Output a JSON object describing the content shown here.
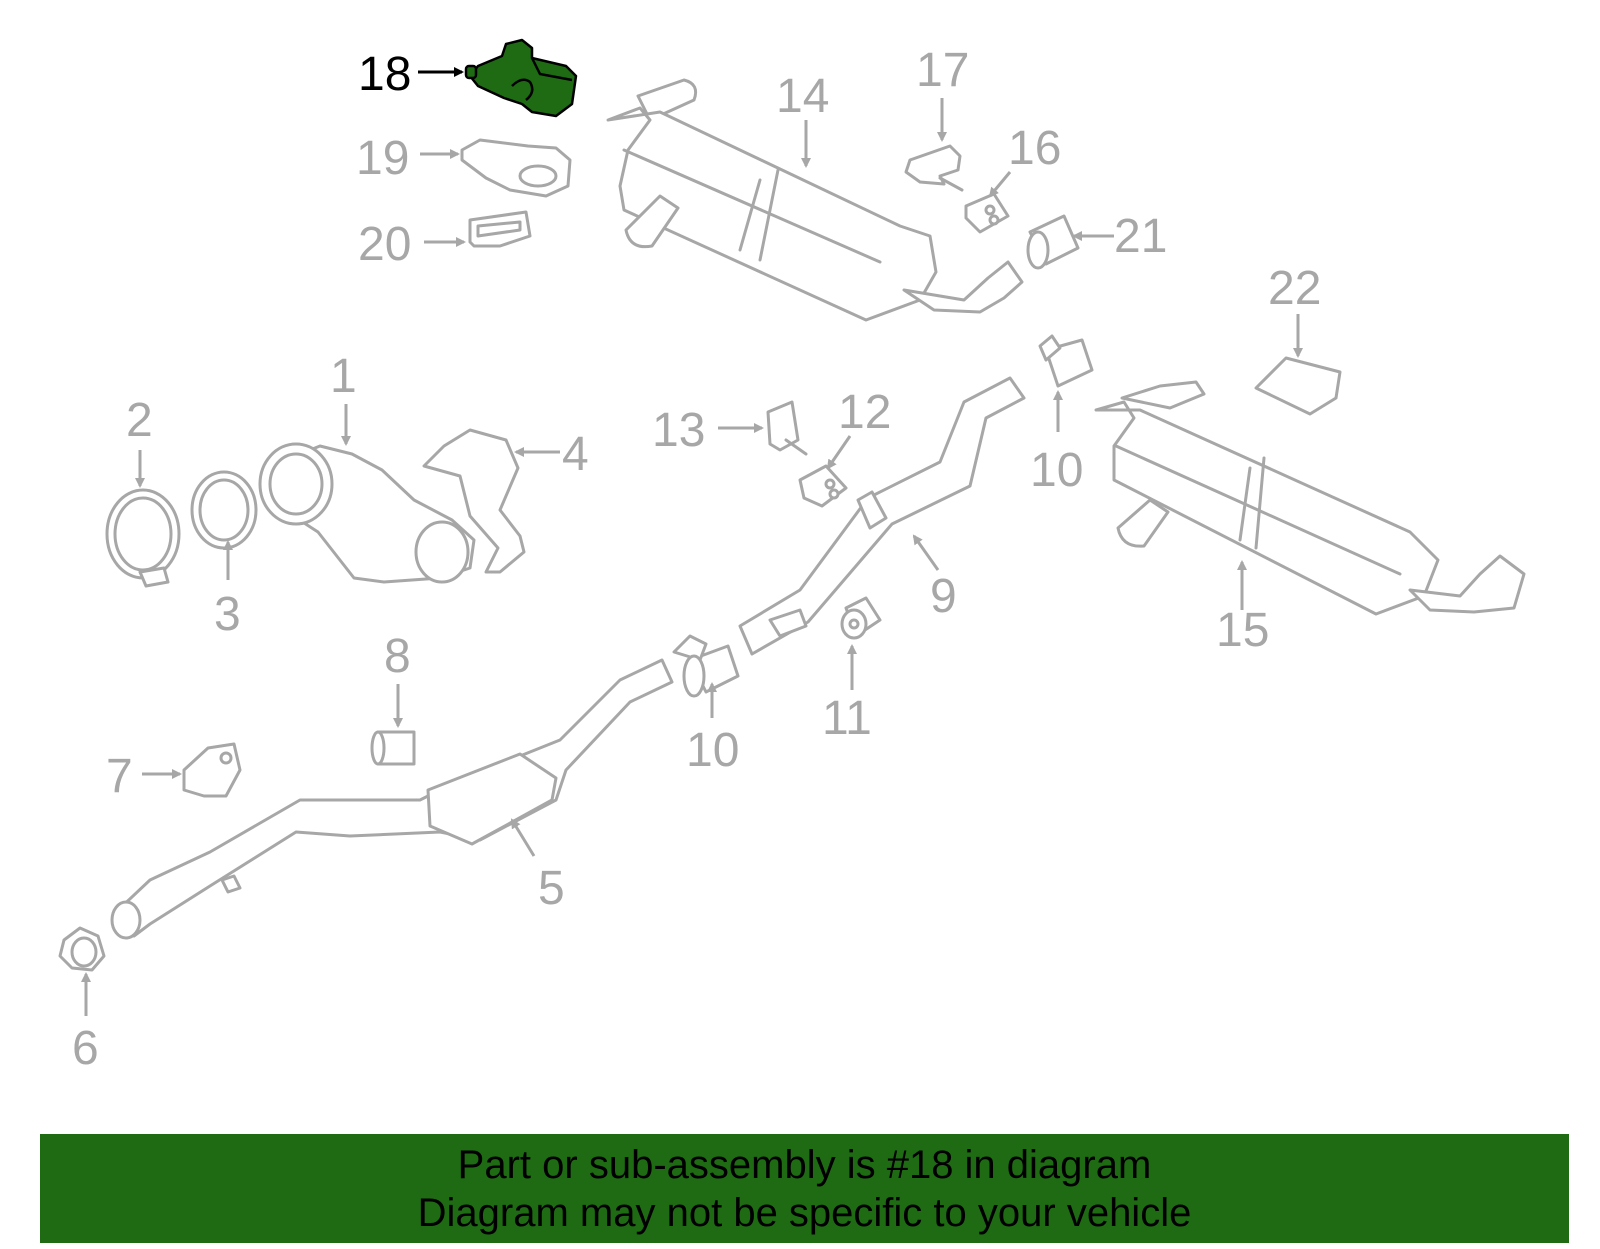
{
  "callouts": {
    "c1": "1",
    "c2": "2",
    "c3": "3",
    "c4": "4",
    "c5": "5",
    "c6": "6",
    "c7": "7",
    "c8": "8",
    "c9": "9",
    "c10a": "10",
    "c10b": "10",
    "c11": "11",
    "c12": "12",
    "c13": "13",
    "c14": "14",
    "c15": "15",
    "c16": "16",
    "c17": "17",
    "c18": "18",
    "c19": "19",
    "c20": "20",
    "c21": "21",
    "c22": "22"
  },
  "highlighted_part": "18",
  "colors": {
    "highlight_fill": "#1e6b14",
    "part_stroke": "#a7a7a7",
    "banner_background": "#1e6b14"
  },
  "banner": {
    "line1": "Part or sub-assembly is #18 in diagram",
    "line2": "Diagram may not be specific to your vehicle"
  }
}
